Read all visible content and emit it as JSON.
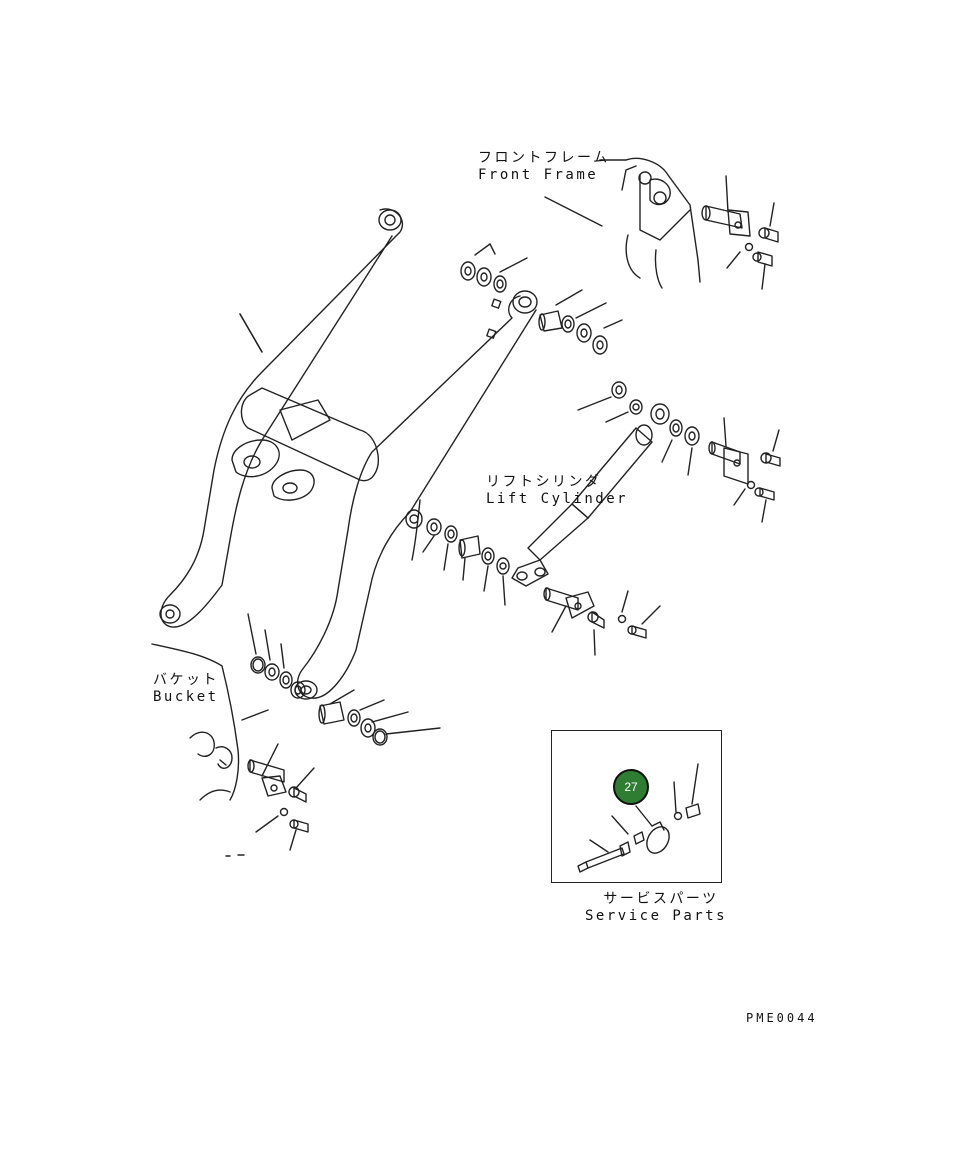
{
  "labels": {
    "front_frame": {
      "jp": "フロントフレーム",
      "en": "Front Frame"
    },
    "lift_cylinder": {
      "jp": "リフトシリンダ",
      "en": "Lift Cylinder"
    },
    "bucket": {
      "jp": "バケット",
      "en": "Bucket"
    },
    "service_parts": {
      "jp": "サービスパーツ",
      "en": "Service Parts"
    }
  },
  "callout": {
    "number": "27",
    "color": "#2e7d32"
  },
  "drawing_code": "PME0044"
}
